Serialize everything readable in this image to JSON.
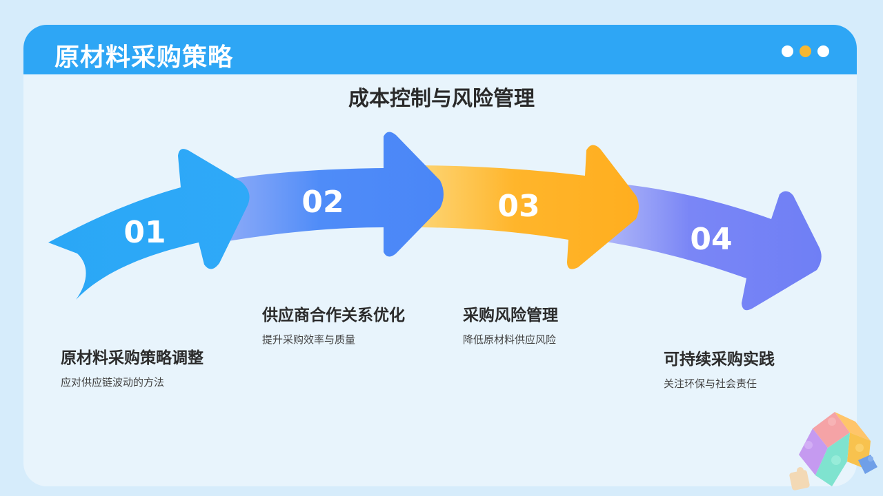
{
  "header": {
    "title": "原材料采购策略",
    "dots": [
      {
        "name": "dot-1",
        "color": "#ffffff"
      },
      {
        "name": "dot-2",
        "color": "#f7b731"
      },
      {
        "name": "dot-3",
        "color": "#ffffff"
      }
    ]
  },
  "subtitle": "成本控制与风险管理",
  "steps": [
    {
      "num": "01",
      "title": "原材料采购策略调整",
      "desc": "应对供应链波动的方法",
      "color": "#2aa7f6"
    },
    {
      "num": "02",
      "title": "供应商合作关系优化",
      "desc": "提升采购效率与质量",
      "color": "#4f8cf8"
    },
    {
      "num": "03",
      "title": "采购风险管理",
      "desc": "降低原材料供应风险",
      "color": "#ffb428"
    },
    {
      "num": "04",
      "title": "可持续采购实践",
      "desc": "关注环保与社会责任",
      "color": "#6f7ff5"
    }
  ],
  "decoration": {
    "icon": "puzzle-cube-icon"
  }
}
